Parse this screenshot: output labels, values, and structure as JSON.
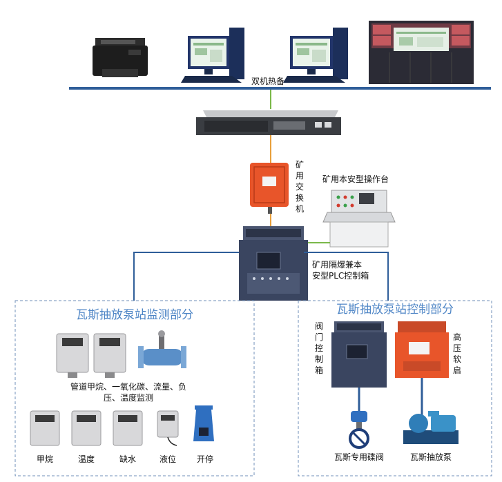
{
  "top": {
    "dual_hot_backup": "双机热备"
  },
  "core": {
    "mine_switch": [
      "矿",
      "用",
      "交",
      "换",
      "机"
    ],
    "operator_console": "矿用本安型操作台",
    "plc_box": [
      "矿用隔爆兼本",
      "安型PLC控制箱"
    ]
  },
  "monitoring": {
    "title": "瓦斯抽放泵站监测部分",
    "pipeline_caption": [
      "管道甲烷、一氧化碳、流量、负",
      "压、温度监测"
    ],
    "sensors": [
      "甲烷",
      "温度",
      "缺水",
      "液位",
      "开停"
    ]
  },
  "control": {
    "title": "瓦斯抽放泵站控制部分",
    "valve_box": [
      "阀",
      "门",
      "控",
      "制",
      "箱"
    ],
    "soft_start": [
      "高",
      "压",
      "软",
      "启"
    ],
    "butterfly_valve": "瓦斯专用碟阀",
    "pump": "瓦斯抽放泵"
  },
  "colors": {
    "bus_blue": "#2f5e99",
    "link_green": "#7bb84a",
    "link_orange": "#e8a03c",
    "dash_border": "#6f8fb8",
    "title_blue": "#4f86c6",
    "device_orange": "#e8552a",
    "box_navy": "#3a4560"
  }
}
